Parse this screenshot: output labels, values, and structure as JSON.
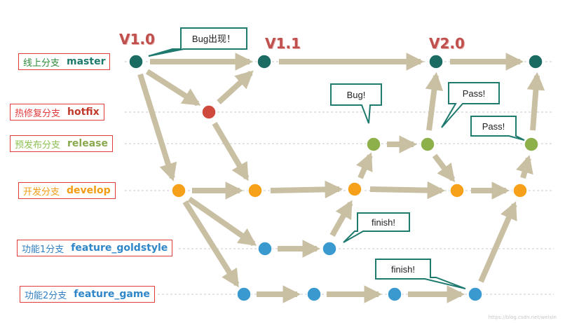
{
  "versions": {
    "v1_0": "V1.0",
    "v1_1": "V1.1",
    "v2_0": "V2.0"
  },
  "lanes": {
    "master": {
      "cn": "线上分支",
      "en": "master",
      "cn_color": "#2e8b3a",
      "en_color": "#1d7a6a",
      "node_color": "#1a6b62"
    },
    "hotfix": {
      "cn": "热修复分支",
      "en": "hotfix",
      "cn_color": "#e23a3a",
      "en_color": "#c0392b",
      "node_color": "#cf4a3c"
    },
    "release": {
      "cn": "预发布分支",
      "en": "release",
      "cn_color": "#8cc152",
      "en_color": "#8aa84e",
      "node_color": "#8db04a"
    },
    "develop": {
      "cn": "开发分支",
      "en": "develop",
      "cn_color": "#f39c12",
      "en_color": "#f39c12",
      "node_color": "#f7a11a"
    },
    "feature1": {
      "cn": "功能1分支",
      "en": "feature_goldstyle",
      "cn_color": "#2f7fc1",
      "en_color": "#2f86c8",
      "node_color": "#3a9ad0"
    },
    "feature2": {
      "cn": "功能2分支",
      "en": "feature_game",
      "cn_color": "#2f7fc1",
      "en_color": "#2f86c8",
      "node_color": "#3a9ad0"
    }
  },
  "callouts": {
    "bug_appear": "Bug出现！",
    "bug": "Bug!",
    "pass1": "Pass!",
    "pass2": "Pass!",
    "finish1": "finish!",
    "finish2": "finish!"
  },
  "colors": {
    "arrow": "#c9c0a4",
    "lane_line": "#c0c0c0",
    "label_border": "#e03c3c",
    "callout_border": "#1e7a6e"
  },
  "watermark": "https://blog.csdn.net/weixin"
}
